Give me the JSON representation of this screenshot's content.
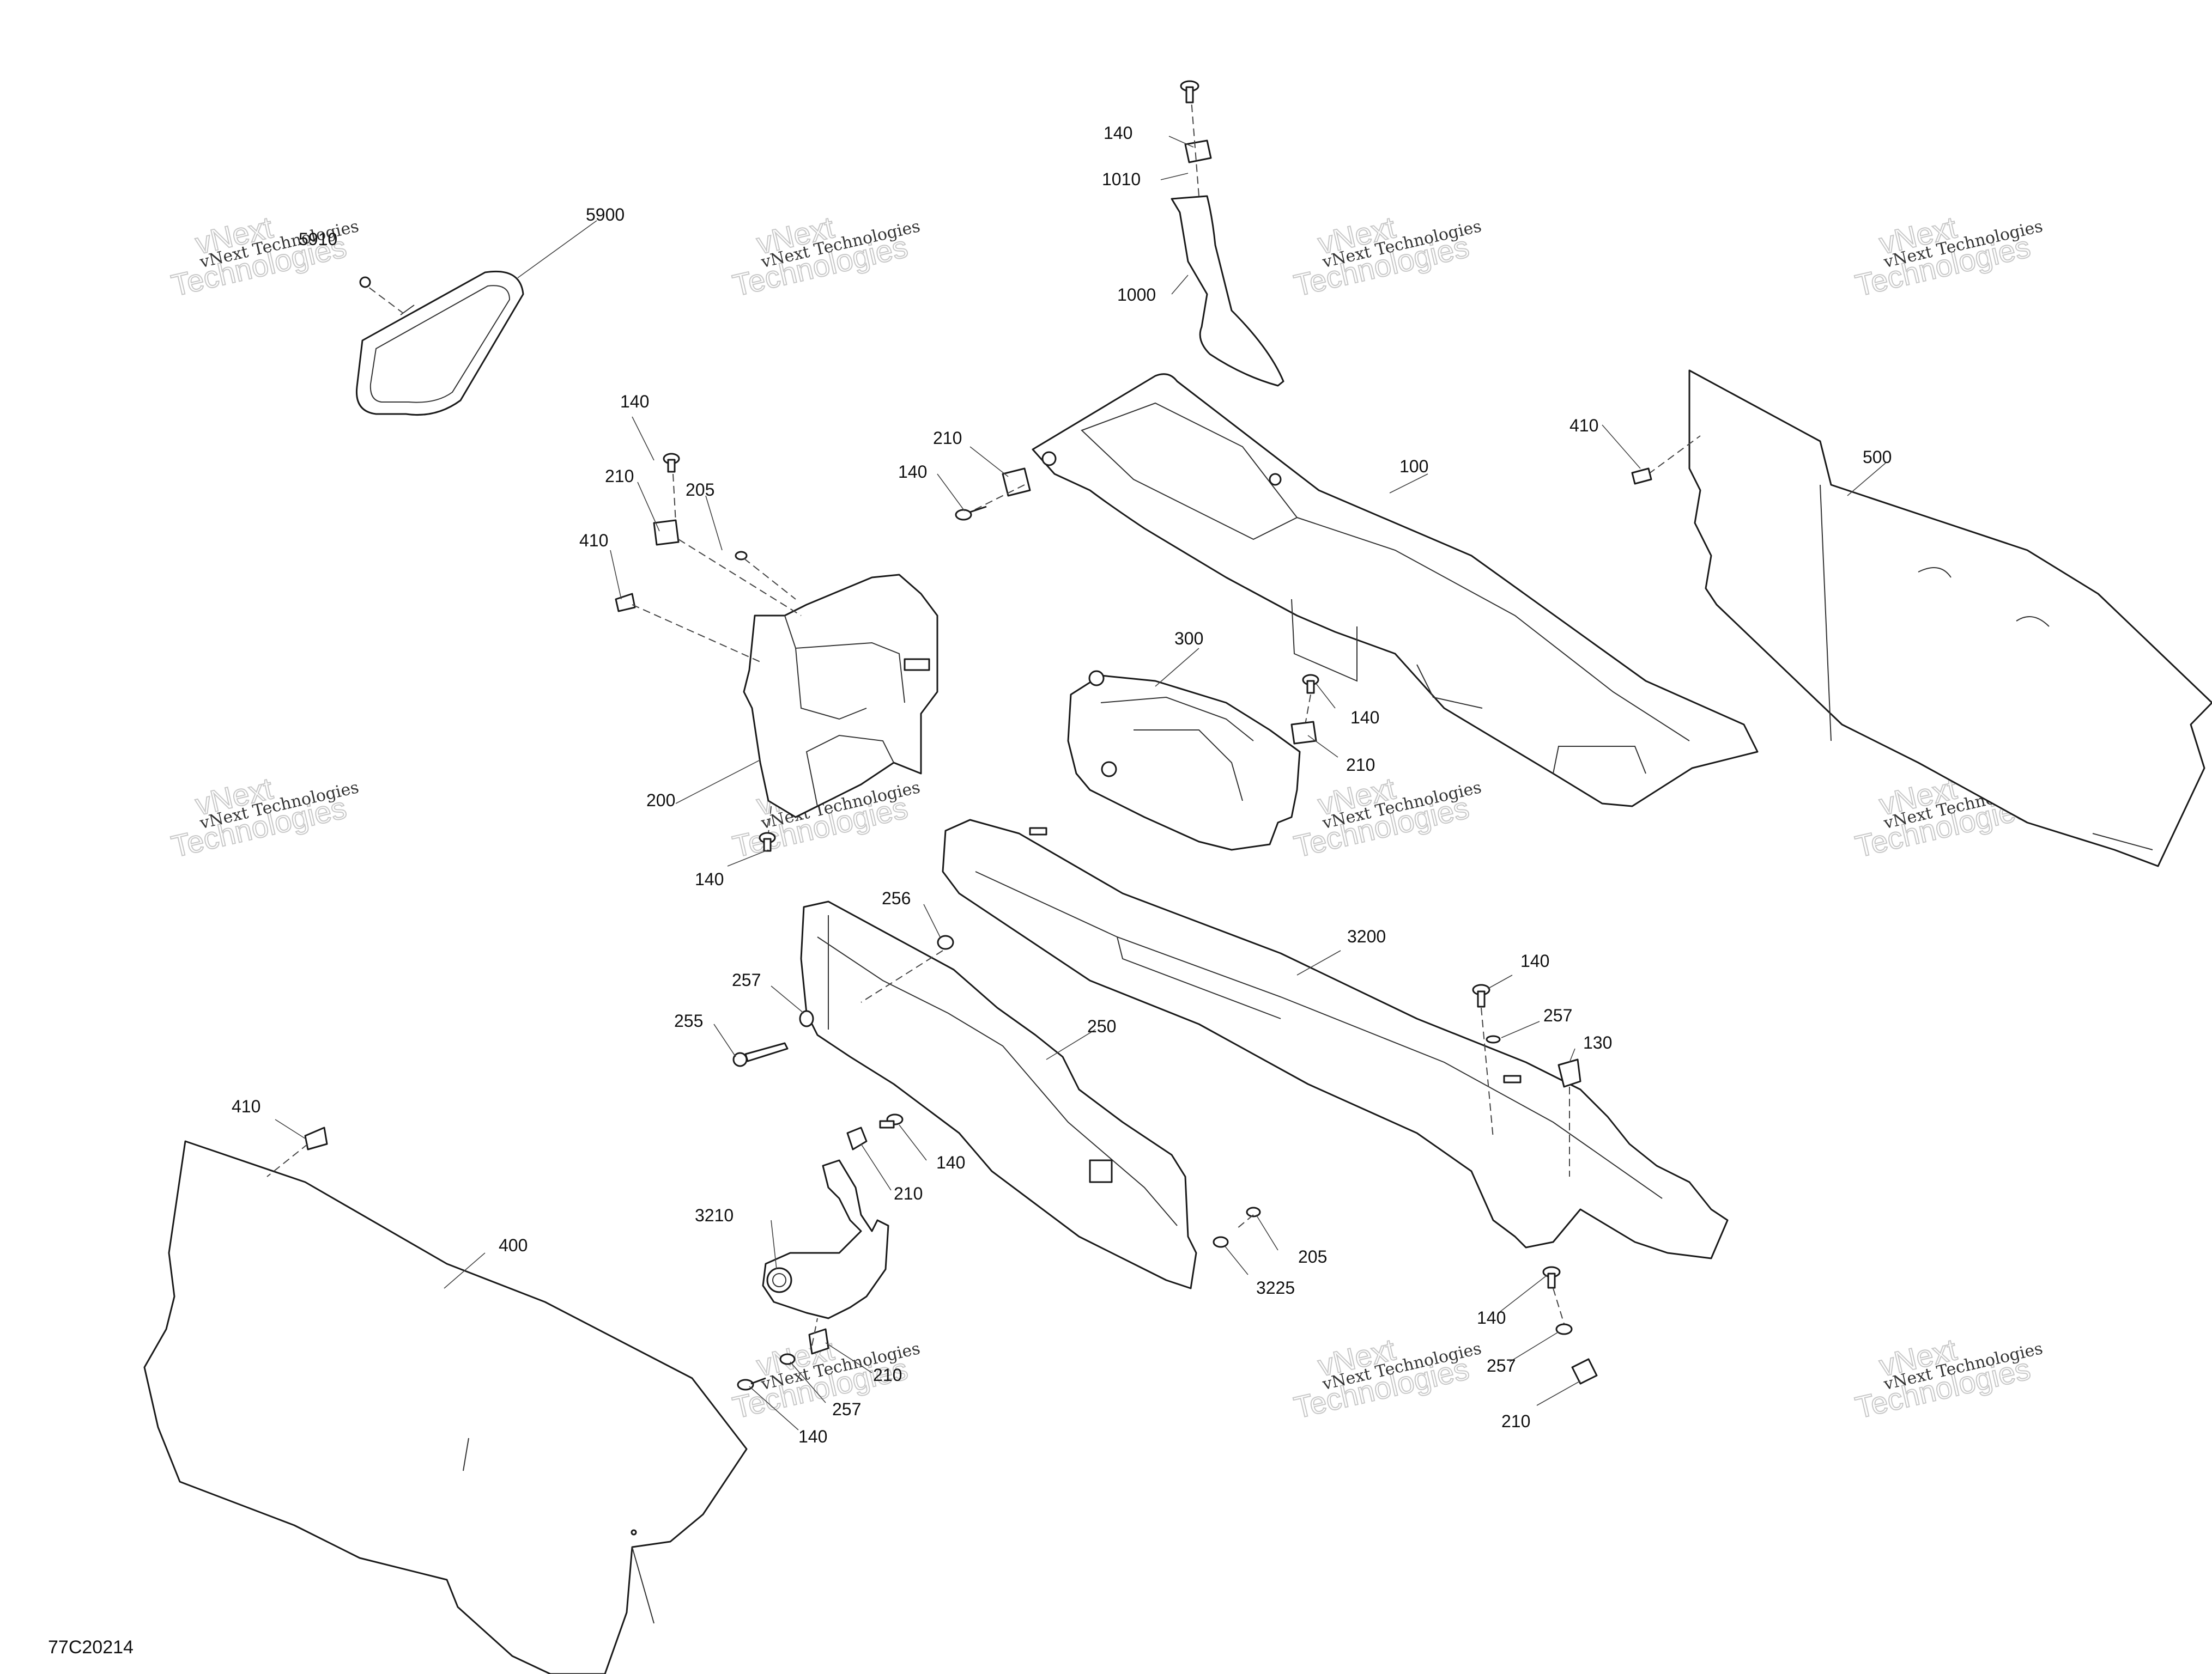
{
  "drawing_id": "77C20214",
  "watermark": {
    "line1": "vNext Technologies",
    "line2": "vNext",
    "line3": "Technologies"
  },
  "callouts": {
    "c5900": "5900",
    "c5910": "5910",
    "c140_top": "140",
    "c1010": "1010",
    "c1000": "1000",
    "c140_a": "140",
    "c210_a": "210",
    "c205_a": "205",
    "c410_a": "410",
    "c200": "200",
    "c140_b": "140",
    "c210_b": "210",
    "c140_c": "140",
    "c100": "100",
    "c410_b": "410",
    "c500": "500",
    "c300": "300",
    "c140_d": "140",
    "c210_c": "210",
    "c256": "256",
    "c257_a": "257",
    "c255": "255",
    "c250": "250",
    "c3200": "3200",
    "c140_e": "140",
    "c257_b": "257",
    "c130": "130",
    "c410_c": "410",
    "c140_f": "140",
    "c210_d": "210",
    "c3210": "3210",
    "c400": "400",
    "c205_b": "205",
    "c3225": "3225",
    "c210_e": "210",
    "c257_c": "257",
    "c140_g": "140",
    "c140_h": "140",
    "c257_d": "257",
    "c210_f": "210"
  }
}
